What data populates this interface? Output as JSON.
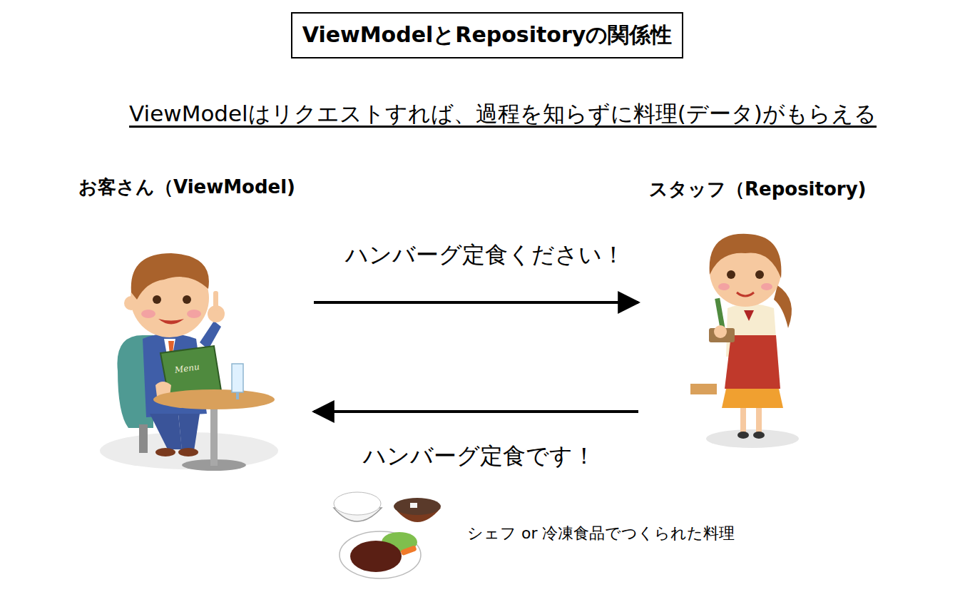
{
  "diagram": {
    "title": "ViewModelとRepositoryの関係性",
    "nodes": [
      {
        "text": [
          "お客さん（ViewModel)"
        ]
      },
      {
        "text": [
          "スタッフ（Repository)"
        ]
      }
    ],
    "edges": [
      {
        "from": 0,
        "to": 1,
        "arrow": "to",
        "label": "ハンバーグ定食ください！"
      },
      {
        "from": 1,
        "to": 0,
        "arrow": "to",
        "label": "ハンバーグ定食です！"
      }
    ],
    "labels": [
      "ViewModelはリクエストすれば、過程を知らずに料理(データ)がもらえる",
      "シェフ or 冷凍食品でつくられた料理",
      "Menu"
    ]
  }
}
